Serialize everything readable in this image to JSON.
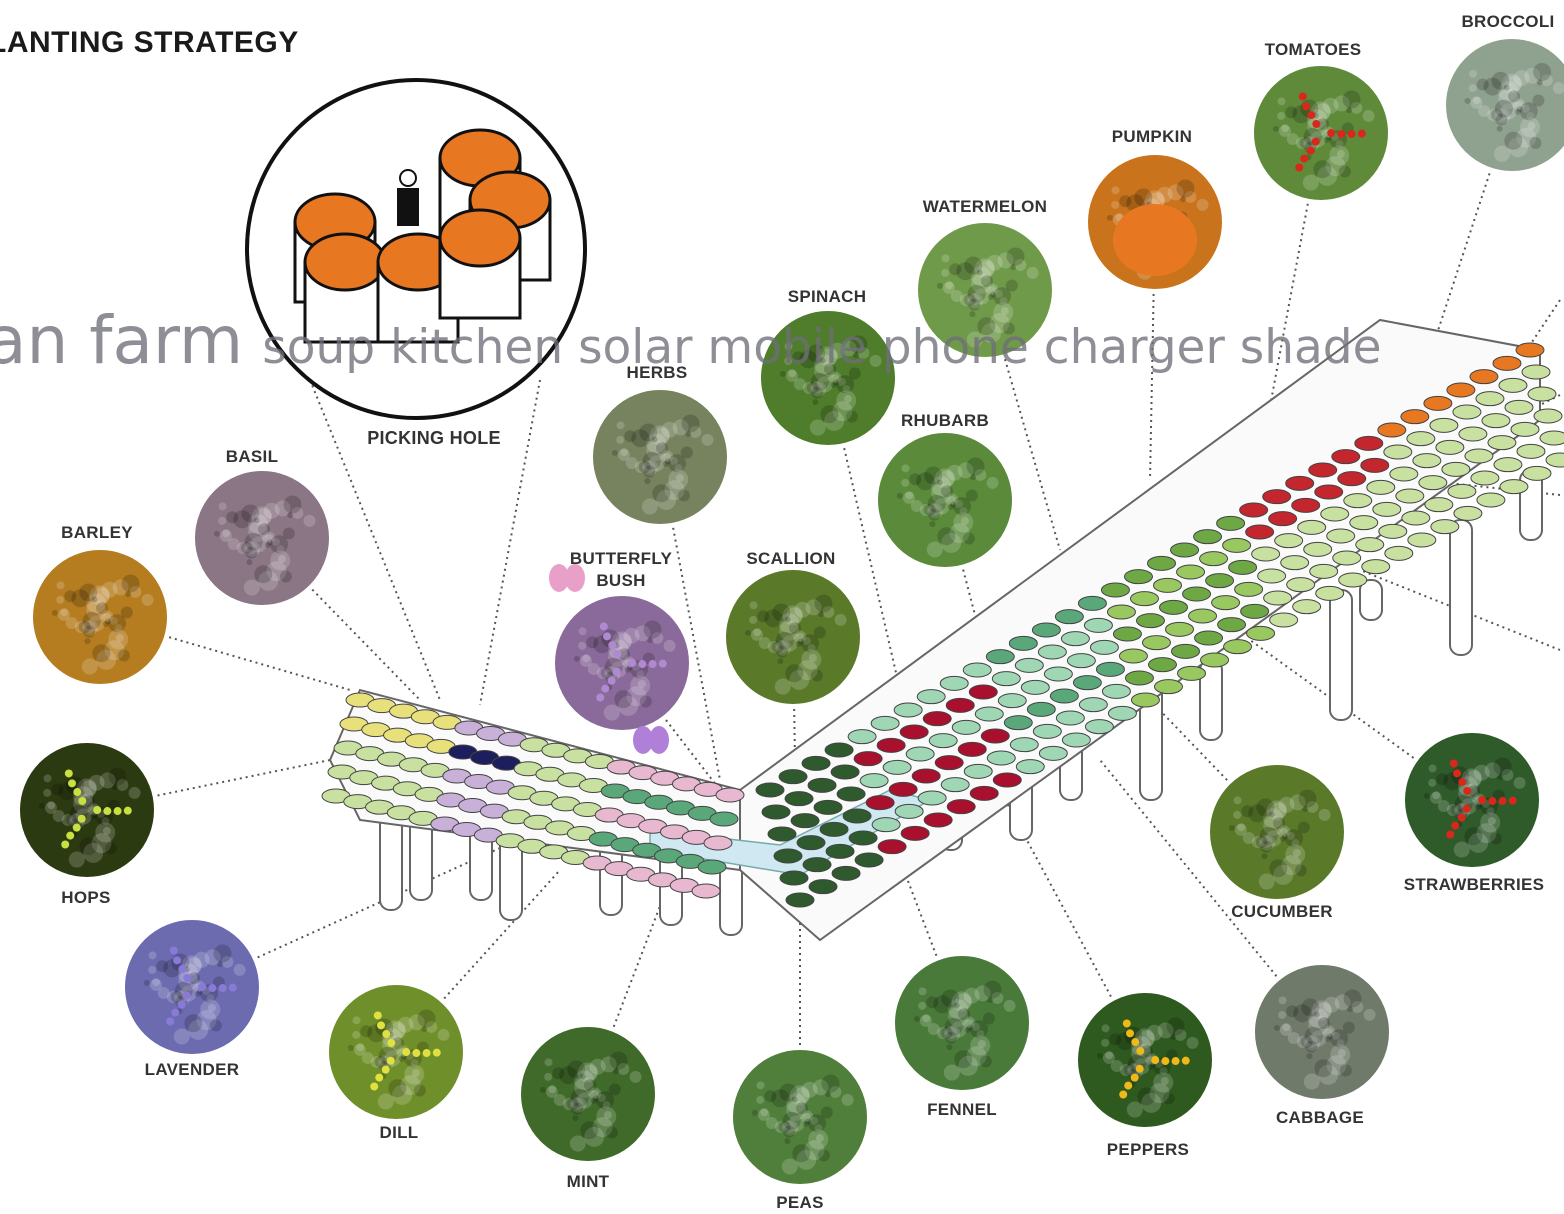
{
  "title": "LANTING STRATEGY",
  "overlay": {
    "part1": "an farm",
    "part2": "soup kitchen solar mobile phone charger shade"
  },
  "detail": {
    "label": "PICKING HOLE"
  },
  "plants": [
    {
      "id": "broccoli",
      "label": "BROCCOLI",
      "color": "#8fa28f"
    },
    {
      "id": "tomatoes",
      "label": "TOMATOES",
      "color": "#5e8a3a"
    },
    {
      "id": "pumpkin",
      "label": "PUMPKIN",
      "color": "#c9741c"
    },
    {
      "id": "watermelon",
      "label": "WATERMELON",
      "color": "#6f9a4a"
    },
    {
      "id": "spinach",
      "label": "SPINACH",
      "color": "#4f7d2c"
    },
    {
      "id": "rhubarb",
      "label": "RHUBARB",
      "color": "#5a8a3a"
    },
    {
      "id": "herbs",
      "label": "HERBS",
      "color": "#76835e"
    },
    {
      "id": "basil",
      "label": "BASIL",
      "color": "#8a7684"
    },
    {
      "id": "barley",
      "label": "BARLEY",
      "color": "#b57d1f"
    },
    {
      "id": "butterfly-bush",
      "label": "BUTTERFLY BUSH",
      "color": "#8a6a9a"
    },
    {
      "id": "scallion",
      "label": "SCALLION",
      "color": "#5a7a2a"
    },
    {
      "id": "hops",
      "label": "HOPS",
      "color": "#2c3a12"
    },
    {
      "id": "lavender",
      "label": "LAVENDER",
      "color": "#6c6bb0"
    },
    {
      "id": "dill",
      "label": "DILL",
      "color": "#6f8f2a"
    },
    {
      "id": "mint",
      "label": "MINT",
      "color": "#3f6a2a"
    },
    {
      "id": "peas",
      "label": "PEAS",
      "color": "#4f7f3a"
    },
    {
      "id": "fennel",
      "label": "FENNEL",
      "color": "#4a7a3a"
    },
    {
      "id": "peppers",
      "label": "PEPPERS",
      "color": "#2f5a1f"
    },
    {
      "id": "cabbage",
      "label": "CABBAGE",
      "color": "#6f7a6a"
    },
    {
      "id": "cucumber",
      "label": "CUCUMBER",
      "color": "#5a7a2a"
    },
    {
      "id": "strawberries",
      "label": "STRAWBERRIES",
      "color": "#2f5a2a"
    }
  ],
  "colors": {
    "orange": "#e87722",
    "red": "#c4262e",
    "crimson": "#a8102e",
    "darkGreen": "#2e5a2e",
    "navy": "#1c1e5e",
    "yellow": "#e8e07a",
    "pink": "#e8b8d0",
    "lilac": "#c8b0d8",
    "lightGreen": "#c8e0a0",
    "lime": "#9ac860",
    "midGreen": "#6ea845",
    "mint": "#9fd6b4",
    "teal": "#5aa87a",
    "water": "#cfe8f2"
  }
}
